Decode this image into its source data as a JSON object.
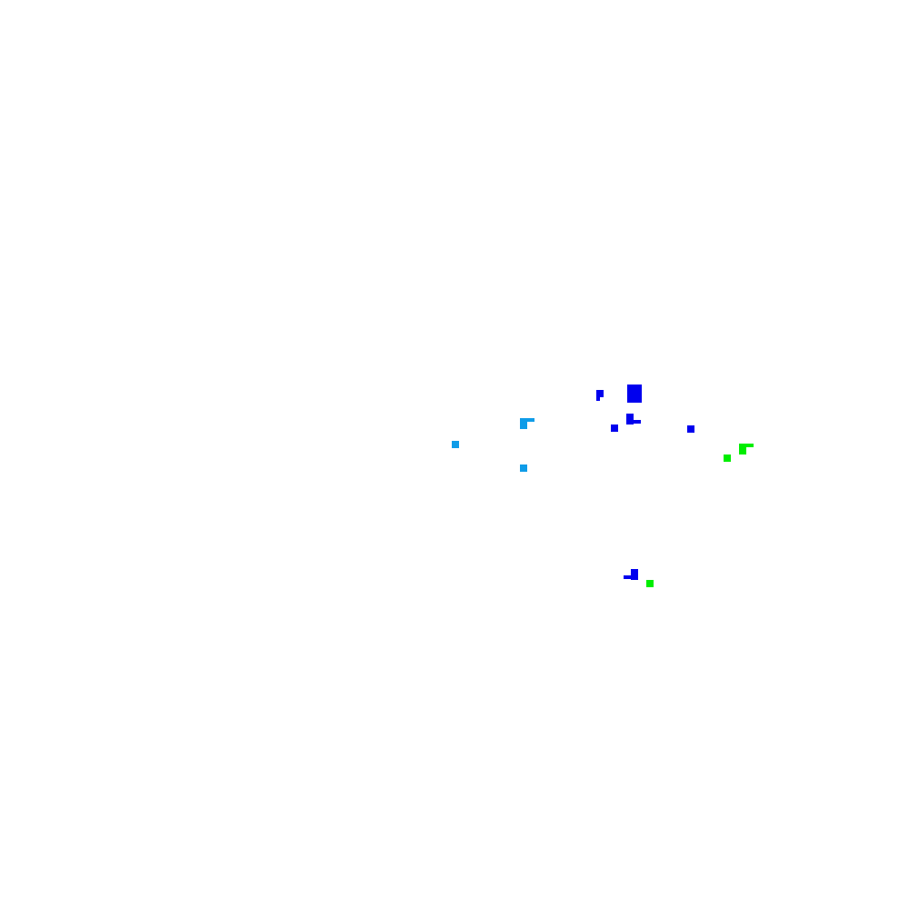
{
  "map": {
    "background_color": "#ffffff",
    "grid_cell_size_units": 1,
    "legend": "none",
    "palette": {
      "blue": "#0000ee",
      "light_blue": "#0f9ce8",
      "green": "#00ee00"
    },
    "clusters": [
      {
        "name": "light-blue-cluster",
        "color_key": "light_blue",
        "cells": [
          [
            572,
            460
          ],
          [
            576,
            460
          ],
          [
            580,
            460
          ],
          [
            584,
            460
          ],
          [
            572,
            464
          ],
          [
            576,
            464
          ],
          [
            572,
            468
          ],
          [
            576,
            468
          ],
          [
            497,
            485
          ],
          [
            501,
            485
          ],
          [
            497,
            489
          ],
          [
            501,
            489
          ],
          [
            572,
            511
          ],
          [
            576,
            511
          ],
          [
            572,
            515
          ],
          [
            576,
            515
          ]
        ]
      },
      {
        "name": "blue-cluster-upper",
        "color_key": "blue",
        "cells": [
          [
            656,
            429
          ],
          [
            660,
            429
          ],
          [
            656,
            433
          ],
          [
            660,
            433
          ],
          [
            656,
            437
          ],
          [
            690,
            423
          ],
          [
            694,
            423
          ],
          [
            698,
            423
          ],
          [
            702,
            423
          ],
          [
            690,
            427
          ],
          [
            694,
            427
          ],
          [
            698,
            427
          ],
          [
            702,
            427
          ],
          [
            690,
            431
          ],
          [
            694,
            431
          ],
          [
            698,
            431
          ],
          [
            702,
            431
          ],
          [
            690,
            435
          ],
          [
            694,
            435
          ],
          [
            698,
            435
          ],
          [
            702,
            435
          ],
          [
            690,
            439
          ],
          [
            694,
            439
          ],
          [
            698,
            439
          ],
          [
            702,
            439
          ],
          [
            689,
            455
          ],
          [
            693,
            455
          ],
          [
            689,
            459
          ],
          [
            693,
            459
          ],
          [
            689,
            463
          ],
          [
            693,
            463
          ],
          [
            697,
            462
          ],
          [
            701,
            462
          ],
          [
            672,
            467
          ],
          [
            676,
            467
          ],
          [
            672,
            471
          ],
          [
            676,
            471
          ],
          [
            756,
            468
          ],
          [
            760,
            468
          ],
          [
            756,
            472
          ],
          [
            760,
            472
          ]
        ]
      },
      {
        "name": "green-cluster-right",
        "color_key": "green",
        "cells": [
          [
            813,
            488
          ],
          [
            817,
            488
          ],
          [
            821,
            488
          ],
          [
            825,
            488
          ],
          [
            813,
            492
          ],
          [
            817,
            492
          ],
          [
            813,
            496
          ],
          [
            817,
            496
          ],
          [
            796,
            500
          ],
          [
            800,
            500
          ],
          [
            796,
            504
          ],
          [
            800,
            504
          ]
        ]
      },
      {
        "name": "blue-cluster-lower",
        "color_key": "blue",
        "cells": [
          [
            694,
            626
          ],
          [
            698,
            626
          ],
          [
            694,
            630
          ],
          [
            698,
            630
          ],
          [
            686,
            633
          ],
          [
            690,
            633
          ],
          [
            694,
            634
          ],
          [
            698,
            634
          ]
        ]
      },
      {
        "name": "green-cluster-lower",
        "color_key": "green",
        "cells": [
          [
            711,
            638
          ],
          [
            715,
            638
          ],
          [
            711,
            642
          ],
          [
            715,
            642
          ]
        ]
      }
    ]
  }
}
